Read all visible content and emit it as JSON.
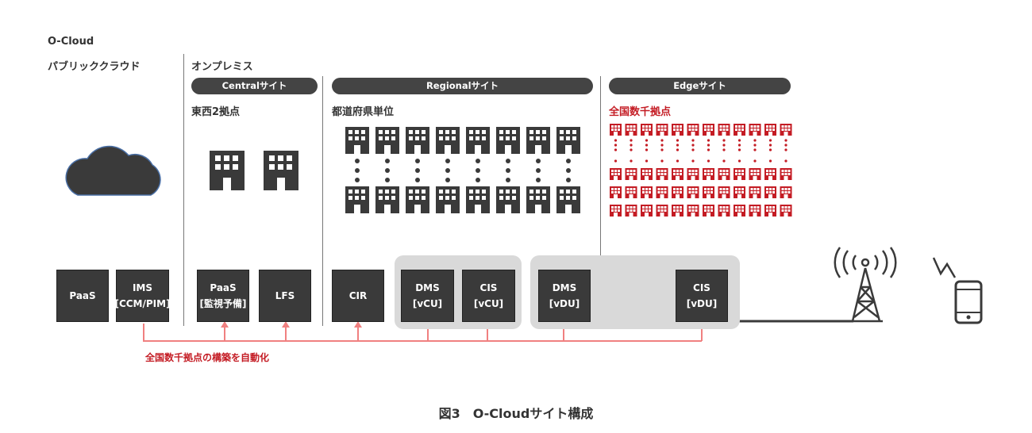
{
  "header": {
    "title": "O-Cloud",
    "public_cloud": "パブリッククラウド",
    "on_premise": "オンプレミス"
  },
  "sites": {
    "central": {
      "label": "Centralサイト",
      "desc": "東西2拠点"
    },
    "regional": {
      "label": "Regionalサイト",
      "desc": "都道府県単位"
    },
    "edge": {
      "label": "Edgeサイト",
      "desc": "全国数千拠点"
    }
  },
  "boxes": {
    "paas_public": [
      "PaaS"
    ],
    "ims": [
      "IMS",
      "[CCM/PIM]"
    ],
    "paas_central": [
      "PaaS",
      "[監視予備]"
    ],
    "lfs": [
      "LFS"
    ],
    "cir": [
      "CIR"
    ],
    "dms_vcu": [
      "DMS",
      "[vCU]"
    ],
    "cis_vcu": [
      "CIS",
      "[vCU]"
    ],
    "dms_vdu": [
      "DMS",
      "[vDU]"
    ],
    "cis_vdu": [
      "CIS",
      "[vDU]"
    ]
  },
  "automation_label": "全国数千拠点の構築を自動化",
  "caption": "図3　O-Cloudサイト構成",
  "colors": {
    "dark": "#3a3a3a",
    "accent_red": "#c41c24",
    "arrow_pink": "#f08080",
    "group_bg": "#d9d9d9"
  },
  "icons": [
    "cloud-icon",
    "building-icon",
    "antenna-tower-icon",
    "smartphone-icon",
    "signal-icon"
  ]
}
